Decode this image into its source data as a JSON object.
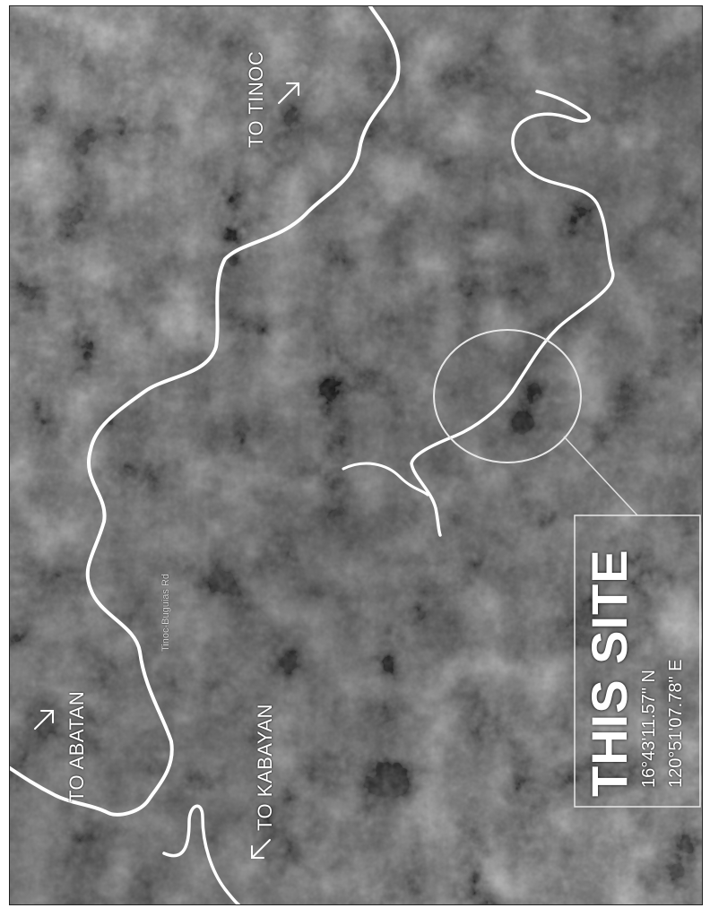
{
  "labels": {
    "to_tinoc": "TO TINOC",
    "to_abatan": "TO ABATAN",
    "to_kabayan": "TO KABAYAN",
    "road_name": "Tinoc-Buguias Rd"
  },
  "site": {
    "title": "THIS SITE",
    "lat": "16°43'11.57\" N",
    "lon": "120°51'07.78\" E"
  },
  "icons": {
    "abatan_arrow": "arrow-up-right-icon",
    "tinoc_arrow": "arrow-up-right-icon",
    "kabayan_arrow": "arrow-down-left-icon"
  },
  "colors": {
    "road": "#ffffff",
    "terrain_dark": "#3f3f3f",
    "terrain_light": "#8a8a8a"
  }
}
